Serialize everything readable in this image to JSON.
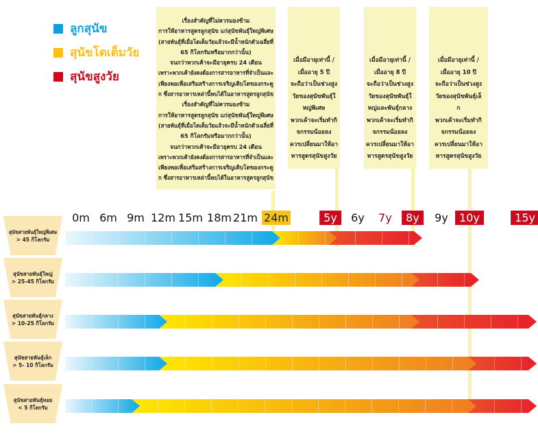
{
  "legend": [
    {
      "label": "ลูกสุนัข",
      "color": "#0f9fe0"
    },
    {
      "label": "สุนัขโตเต็มวัย",
      "color": "#fbbf16"
    },
    {
      "label": "สุนัขสูงวัย",
      "color": "#cc0a1c"
    }
  ],
  "notes": {
    "main": [
      "เรื่องสำคัญที่ไม่ควรมองข้าม",
      "การให้อาหารสูตรลูกสุนัข แก่สุนัขพันธุ์ใหญ่พิเศษ",
      "(สายพันธุ์ที่เมื่อโตเต็มวัยแล้วจะมีน้ำหนักตัวเฉลี่ยที่",
      "65 กิโลกรัมหรือมากกว่านั้น)",
      "จนกว่าพวกเค้าจะมีอายุครบ 24 เดือน",
      "เพราะพวกเค้ายังคงต้องการสารอาหารที่จำเป็นและ",
      "เพียงพอเพื่อเสริมสร้างการเจริญเติบโตของกระดู",
      "ก ซึ่งสารอาหารเหล่านี้พบได้ในอาหารสูตรลูกสุนัข",
      "เรื่องสำคัญที่ไม่ควรมองข้าม",
      "การให้อาหารสูตรลูกสุนัข แก่สุนัขพันธุ์ใหญ่พิเศษ",
      "(สายพันธุ์ที่เมื่อโตเต็มวัยแล้วจะมีน้ำหนักตัวเฉลี่ยที่",
      "65 กิโลกรัมหรือมากกว่านั้น)",
      "จนกว่าพวกเค้าจะมีอายุครบ 24 เดือน",
      "เพราะพวกเค้ายังคงต้องการสารอาหารที่จำเป็นและ",
      "เพียงพอเพื่อเสริมสร้างการเจริญเติบโตของกระดู",
      "ก ซึ่งสารอาหารเหล่านี้พบได้ในอาหารสูตรลูกสุนัข"
    ],
    "age5": [
      "เมื่อมีอายุเท่านี้ /",
      "เมื่ออายุ 5 ปี",
      "จะถือว่าเป็นช่วงสูง",
      "วัยของสุนัขพันธุ์ใ",
      "หญ่พิเศษ",
      "พวกเค้าจะเริ่มทำกิ",
      "จกรรมน้อยลง",
      "ควรเปลี่ยนมาให้อา",
      "หารสูตรสุนัขสูงวัย"
    ],
    "age8": [
      "เมื่อมีอายุเท่านี้ /",
      "เมื่ออายุ 8 ปี",
      "จะถือว่าเป็นช่วงสูง",
      "วัยของสุนัขพันธุ์ใ",
      "หญ่และพันธุ์กลาง",
      "พวกเค้าจะเริ่มทำกิ",
      "จกรรมน้อยลง",
      "ควรเปลี่ยนมาให้อา",
      "หารสูตรสุนัขสูงวัย"
    ],
    "age10": [
      "เมื่อมีอายุเท่านี้ /",
      "เมื่ออายุ 10 ปี",
      "จะถือว่าเป็นช่วงสูง",
      "วัยของสุนัขพันธุ์เล็",
      "ก",
      "พวกเค้าจะเริ่มทำกิ",
      "จกรรมน้อยลง",
      "ควรเปลี่ยนมาให้อา",
      "หารสูตรสุนัขสูงวัย"
    ]
  },
  "ticks": [
    {
      "label": "0m",
      "style": "plain"
    },
    {
      "label": "6m",
      "style": "plain"
    },
    {
      "label": "9m",
      "style": "plain"
    },
    {
      "label": "12m",
      "style": "plain"
    },
    {
      "label": "15m",
      "style": "plain"
    },
    {
      "label": "18m",
      "style": "plain"
    },
    {
      "label": "21m",
      "style": "plain"
    },
    {
      "label": "24m",
      "style": "hl-yellow"
    },
    {
      "label": "5y",
      "style": "hl-red"
    },
    {
      "label": "6y",
      "style": "plain"
    },
    {
      "label": "7y",
      "style": "dark-red"
    },
    {
      "label": "8y",
      "style": "hl-red"
    },
    {
      "label": "9y",
      "style": "plain"
    },
    {
      "label": "10y",
      "style": "hl-red"
    },
    {
      "label": "15y",
      "style": "hl-red"
    }
  ],
  "rows": [
    {
      "label": [
        "สุนัขสายพันธุ์ใหญ่พิเศษ",
        "> 45 กิโลกรัม"
      ],
      "puppy_until": "24m",
      "adult_until": "5y",
      "senior_until": "8y"
    },
    {
      "label": [
        "สุนัขสายพันธุ์ใหญ่",
        "> 25-45 กิโลกรัม"
      ],
      "puppy_until": "18m",
      "adult_until": "8y",
      "senior_until": "10y"
    },
    {
      "label": [
        "สุนัขสายพันธุ์กลาง",
        "> 10-25 กิโลกรัม"
      ],
      "puppy_until": "12m",
      "adult_until": "8y",
      "senior_until": "15y"
    },
    {
      "label": [
        "สุนัขสายพันธุ์เล็ก",
        "> 5- 10 กิโลกรัม"
      ],
      "puppy_until": "12m",
      "adult_until": "10y",
      "senior_until": "15y"
    },
    {
      "label": [
        "สุนัขสายพันธุ์ทอย",
        "< 5 กิโลกรัม"
      ],
      "puppy_until": "9m",
      "adult_until": "10y",
      "senior_until": "15y"
    }
  ]
}
